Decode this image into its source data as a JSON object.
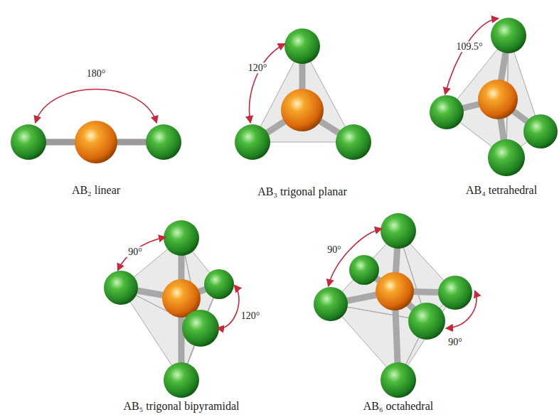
{
  "diagram": {
    "labels": [
      "180°",
      "AB₂ linear",
      "120°",
      "AB₃ trigonal planar",
      "109.5°",
      "AB₄ tetrahedral",
      "90°",
      "120°",
      "AB₅ trigonal bipyramidal",
      "90°",
      "90°",
      "AB₆ octahedral"
    ]
  }
}
